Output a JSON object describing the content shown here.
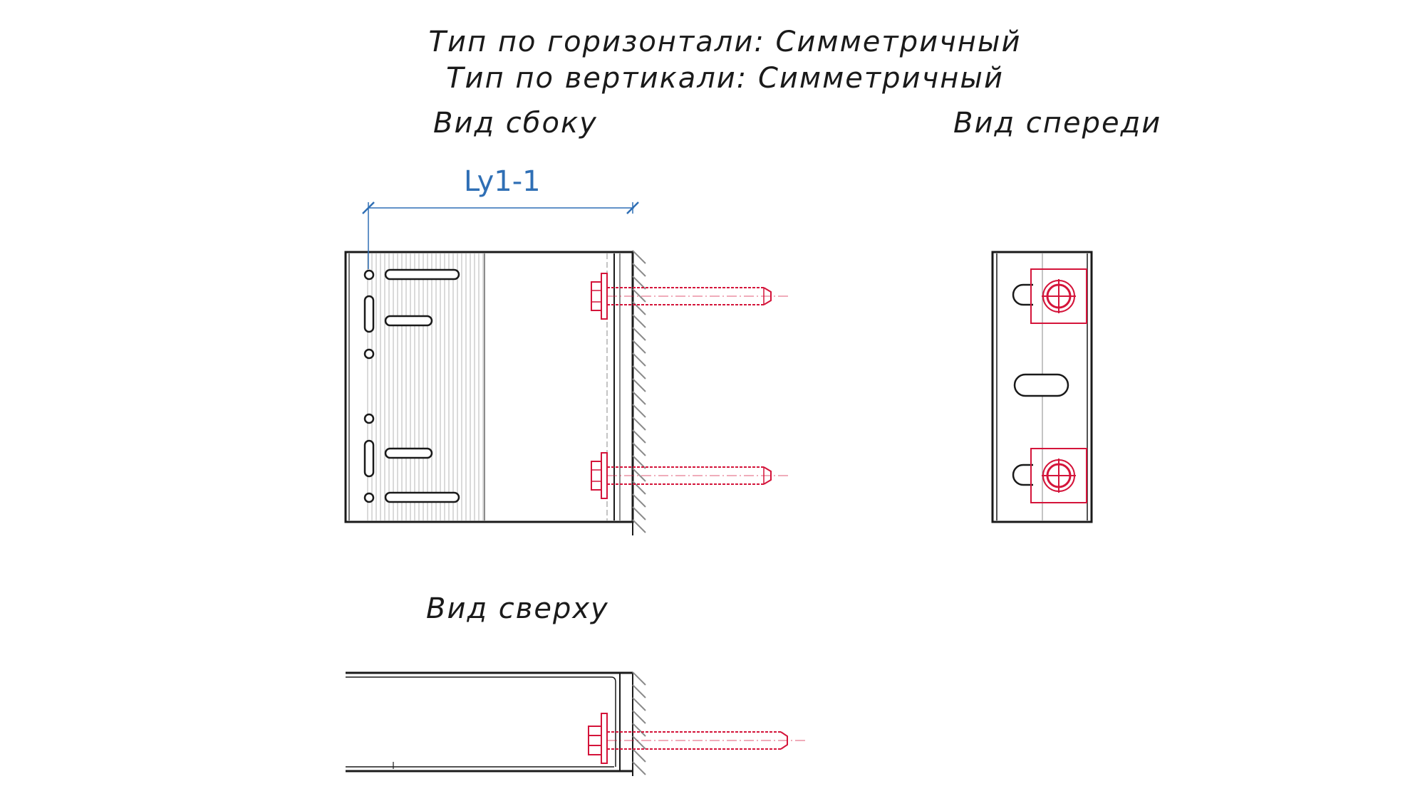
{
  "header": {
    "horizontal_type": "Тип по горизонтали: Симметричный",
    "vertical_type": "Тип по вертикали: Симметричный"
  },
  "views": {
    "side": "Вид сбоку",
    "front": "Вид спереди",
    "top": "Вид сверху"
  },
  "dimension": {
    "label": "Ly1-1",
    "color": "#2f6fb5"
  },
  "colors": {
    "outline": "#1a1a1a",
    "anchor": "#d4143a",
    "hatch": "#8a8a8a",
    "texture": "#b5b5b5"
  }
}
